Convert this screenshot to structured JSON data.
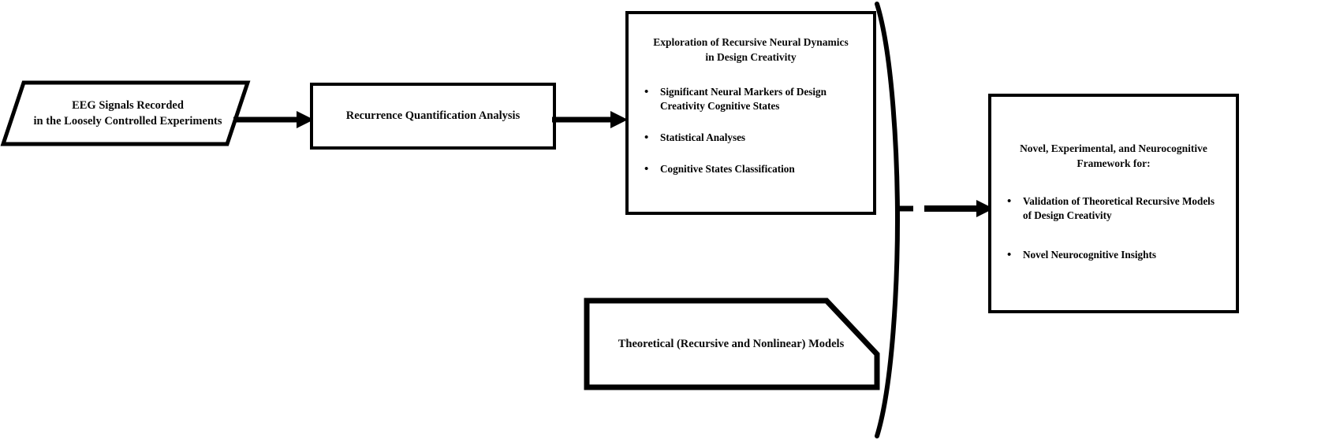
{
  "diagram": {
    "title": "Research framework flowchart: EEG-based exploration of recursive neural dynamics in design creativity",
    "colors": {
      "stroke": "#000000",
      "fill": "#ffffff",
      "text": "#0a0a0a"
    },
    "nodes": {
      "eeg": {
        "shape": "parallelogram",
        "line1": "EEG Signals Recorded",
        "line2": "in the Loosely Controlled Experiments"
      },
      "rqa": {
        "shape": "rectangle",
        "label": "Recurrence Quantification Analysis"
      },
      "exploration": {
        "shape": "rectangle",
        "title_line1": "Exploration of Recursive Neural Dynamics",
        "title_line2": "in Design Creativity",
        "bullets": [
          "Significant Neural Markers of Design Creativity Cognitive States",
          "Statistical Analyses",
          "Cognitive States Classification"
        ]
      },
      "theory": {
        "shape": "cut-corner-rectangle",
        "label": "Theoretical (Recursive and Nonlinear) Models"
      },
      "framework": {
        "shape": "rectangle",
        "title_line1": "Novel, Experimental, and Neurocognitive",
        "title_line2": "Framework for:",
        "bullets": [
          "Validation of Theoretical Recursive Models of Design Creativity",
          "Novel Neurocognitive Insights"
        ]
      }
    },
    "connectors": [
      {
        "name": "eeg-to-rqa",
        "from": "eeg",
        "to": "rqa",
        "style": "solid-arrow"
      },
      {
        "name": "rqa-to-exploration",
        "from": "rqa",
        "to": "exploration",
        "style": "solid-arrow"
      },
      {
        "name": "brace-to-framework",
        "from": "group-brace",
        "to": "framework",
        "style": "solid-arrow"
      }
    ],
    "brace": {
      "name": "grouping-brace",
      "description": "curved right brace grouping exploration and theory nodes"
    },
    "bullet_glyph": "•"
  }
}
